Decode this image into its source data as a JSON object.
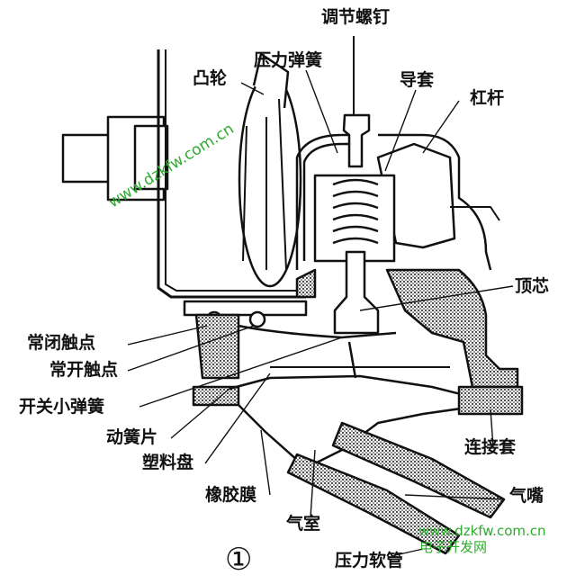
{
  "labels": {
    "adjust_screw": "调节螺钉",
    "pressure_spring": "压力弹簧",
    "cam": "凸轮",
    "guide_sleeve": "导套",
    "lever": "杠杆",
    "top_core": "顶芯",
    "nc_contact": "常闭触点",
    "no_contact": "常开触点",
    "switch_spring": "开关小弹簧",
    "moving_reed": "动簧片",
    "plastic_disc": "塑料盘",
    "connector_sleeve": "连接套",
    "rubber_membrane": "橡胶膜",
    "air_nozzle": "气嘴",
    "air_chamber": "气室",
    "pressure_hose": "压力软管"
  },
  "figure_number": "①",
  "watermark": {
    "diagonal": "www.dzkfw.com.cn",
    "url": "www.dzkfw.com.cn",
    "site": "电子开发网",
    "color": "#2eaa2e"
  }
}
